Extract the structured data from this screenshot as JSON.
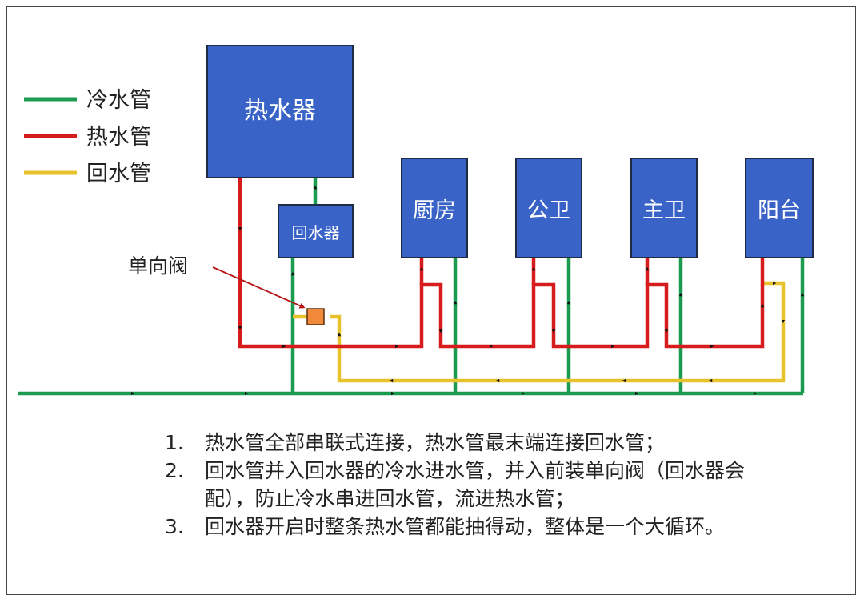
{
  "legend": [
    {
      "label": "冷水管",
      "color": "#1a9b50"
    },
    {
      "label": "热水管",
      "color": "#d61c1c"
    },
    {
      "label": "回水管",
      "color": "#e8c22c"
    }
  ],
  "boxes": {
    "heater": "热水器",
    "return_device": "回水器",
    "kitchen": "厨房",
    "public_bath": "公卫",
    "master_bath": "主卫",
    "balcony": "阳台"
  },
  "callout": {
    "check_valve": "单向阀"
  },
  "notes": [
    {
      "num": "1.",
      "text": "热水管全部串联式连接，热水管最末端连接回水管；"
    },
    {
      "num": "2.",
      "text": "回水管并入回水器的冷水进水管，并入前装单向阀（回水器会配），防止冷水串进回水管，流进热水管；"
    },
    {
      "num": "3.",
      "text": "回水器开启时整条热水管都能抽得动，整体是一个大循环。"
    }
  ],
  "colors": {
    "box": "#3a63c8",
    "cold": "#1a9b50",
    "hot": "#d61c1c",
    "return": "#e8c22c",
    "valve": "#f08a3a"
  }
}
